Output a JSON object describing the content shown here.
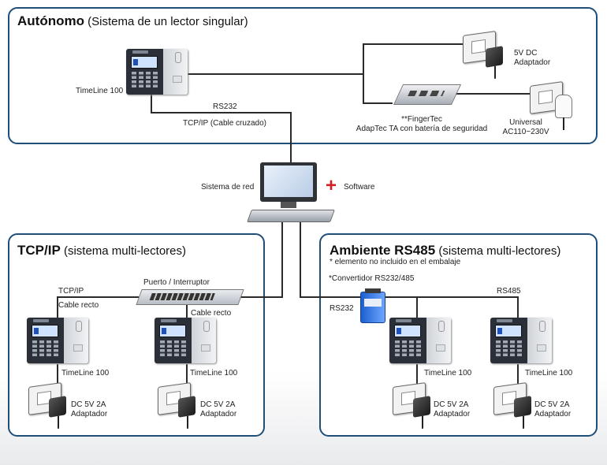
{
  "standalone": {
    "title_bold": "Autónomo",
    "title_rest": " (Sistema de un lector singular)",
    "device_label": "TimeLine 100",
    "adapter_5v": "5V DC\nAdaptador",
    "adaptec_label": "**FingerTec\nAdapTec TA con batería de seguridad",
    "universal_label": "Universal\nAC110~230V",
    "rs232": "RS232",
    "tcpip_crossed": "TCP/IP (Cable cruzado)"
  },
  "network": {
    "label": "Sistema de red",
    "software": "Software"
  },
  "tcpip": {
    "title_bold": "TCP/IP",
    "title_rest": " (sistema multi-lectores)",
    "switch_label": "Puerto / Interruptor",
    "tcpip_label": "TCP/IP",
    "straight_1": "Cable recto",
    "straight_2": "Cable recto",
    "device_1": "TimeLine 100",
    "device_2": "TimeLine 100",
    "adapter_1": "DC 5V 2A\nAdaptador",
    "adapter_2": "DC 5V 2A\nAdaptador"
  },
  "rs485": {
    "title_bold": "Ambiente RS485",
    "title_rest": " (sistema multi-lectores)",
    "note": "* elemento no incluido en el embalaje",
    "converter_label": "*Convertidor RS232/485",
    "rs232": "RS232",
    "rs485": "RS485",
    "device_1": "TimeLine 100",
    "device_2": "TimeLine 100",
    "adapter_1": "DC 5V 2A\nAdaptador",
    "adapter_2": "DC 5V 2A\nAdaptador"
  }
}
